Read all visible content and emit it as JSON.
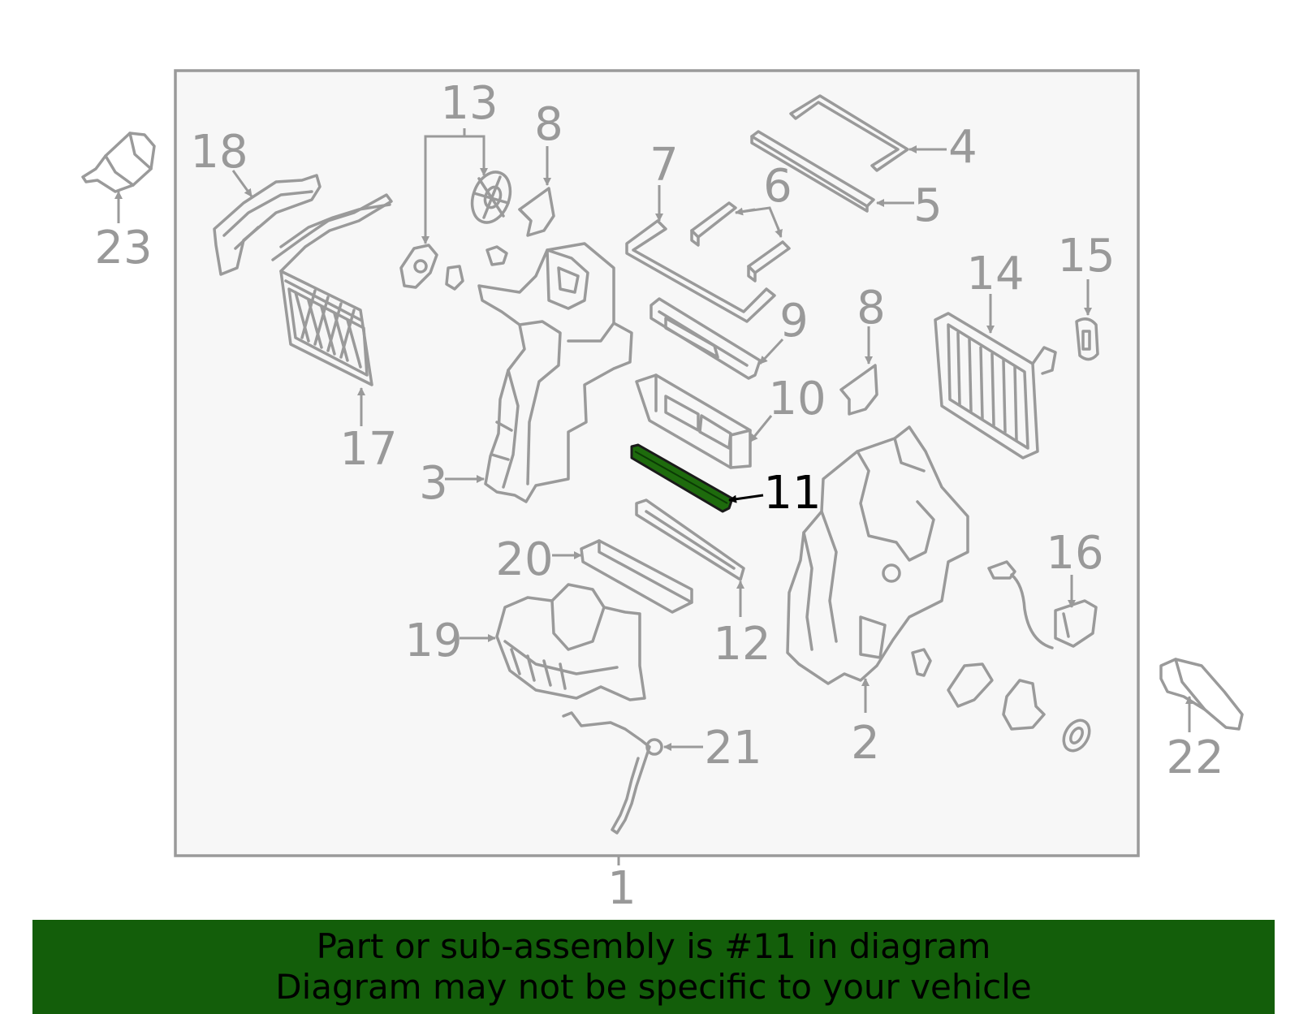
{
  "diagram": {
    "callouts": [
      "1",
      "2",
      "3",
      "4",
      "5",
      "6",
      "7",
      "8",
      "8",
      "9",
      "10",
      "11",
      "12",
      "13",
      "14",
      "15",
      "16",
      "17",
      "18",
      "19",
      "20",
      "21",
      "22",
      "23"
    ],
    "highlighted_part": "11",
    "colors": {
      "highlight": "#1e6b0d",
      "banner": "#135e0a",
      "outline": "#9a9a9a",
      "panel": "#f7f7f7"
    }
  },
  "banner": {
    "line1": "Part or sub-assembly is #11 in diagram",
    "line2": "Diagram may not be specific to your vehicle"
  }
}
